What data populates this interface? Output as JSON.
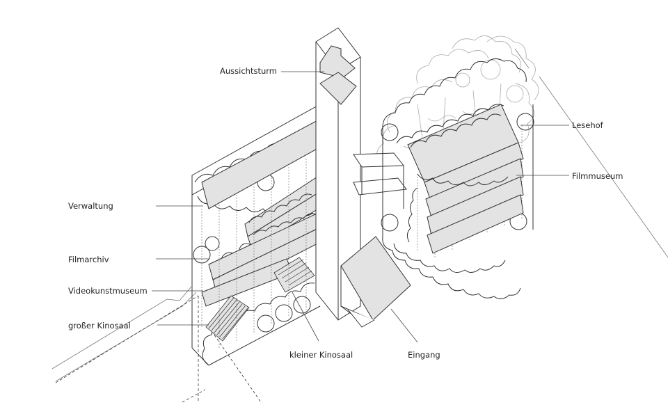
{
  "labels": {
    "aussichtsturm": "Aussichtsturm",
    "lesehof": "Lesehof",
    "filmmuseum": "Filmmuseum",
    "verwaltung": "Verwaltung",
    "filmarchiv": "Filmarchiv",
    "videokunstmuseum": "Videokunstmuseum",
    "grosser_kinosaal": "großer Kinosaal",
    "kleiner_kinosaal": "kleiner Kinosaal",
    "eingang": "Eingang"
  },
  "colors": {
    "line": "#333333",
    "fill": "#e3e3e3",
    "tree": "#a9a9a9",
    "background": "#ffffff"
  }
}
